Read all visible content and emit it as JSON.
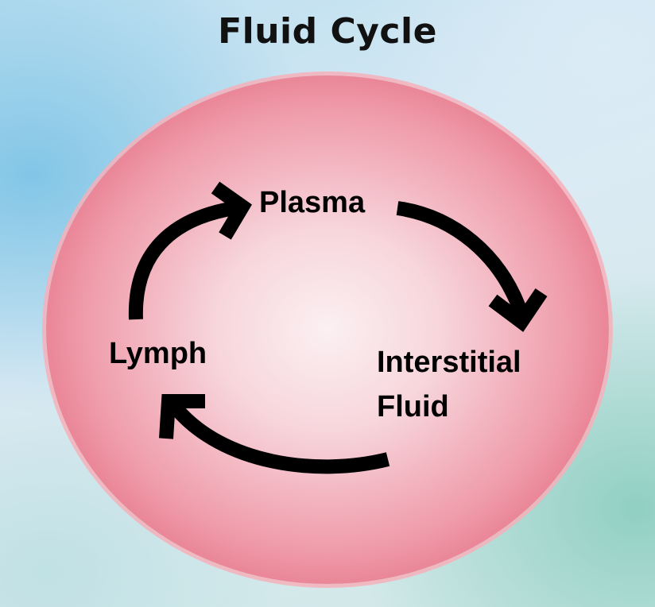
{
  "title": "Fluid Cycle",
  "nodes": {
    "plasma": "Plasma",
    "lymph": "Lymph",
    "interstitial_line1": "Interstitial",
    "interstitial_line2": "Fluid"
  },
  "edges": [
    {
      "from": "Plasma",
      "to": "Interstitial Fluid"
    },
    {
      "from": "Interstitial Fluid",
      "to": "Lymph"
    },
    {
      "from": "Lymph",
      "to": "Plasma"
    }
  ],
  "colors": {
    "circle_center": "#fbf0f2",
    "circle_edge": "#d84c64",
    "arrow": "#000000"
  }
}
